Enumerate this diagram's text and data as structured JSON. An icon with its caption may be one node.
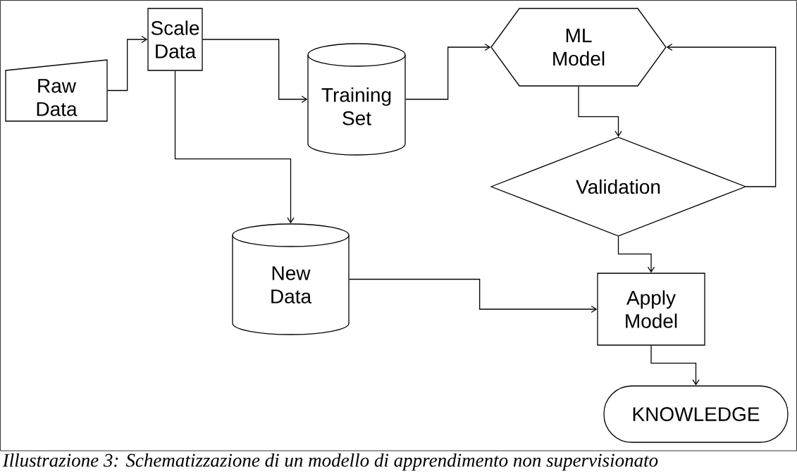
{
  "diagram": {
    "caption": "Illustrazione 3: Schematizzazione di un modello di apprendimento non supervisionato",
    "nodes": [
      {
        "text": [
          "Raw Data"
        ]
      },
      {
        "text": [
          "Scale Data"
        ]
      },
      {
        "text": [
          "Training Set"
        ]
      },
      {
        "text": [
          "ML Model"
        ]
      },
      {
        "text": [
          "Validation"
        ]
      },
      {
        "text": [
          "New Data"
        ]
      },
      {
        "text": [
          "Apply Model"
        ]
      },
      {
        "text": [
          "KNOWLEDGE"
        ]
      }
    ],
    "edges": [
      {
        "from": 0,
        "to": 1,
        "arrow": "to"
      },
      {
        "from": 1,
        "to": 2,
        "arrow": "to"
      },
      {
        "from": 1,
        "to": 5,
        "arrow": "to"
      },
      {
        "from": 2,
        "to": 3,
        "arrow": "to"
      },
      {
        "from": 3,
        "to": 4,
        "arrow": "to"
      },
      {
        "from": 4,
        "to": 3,
        "arrow": "to"
      },
      {
        "from": 4,
        "to": 6,
        "arrow": "to"
      },
      {
        "from": 5,
        "to": 6,
        "arrow": "to"
      },
      {
        "from": 6,
        "to": 7,
        "arrow": "to"
      }
    ]
  }
}
